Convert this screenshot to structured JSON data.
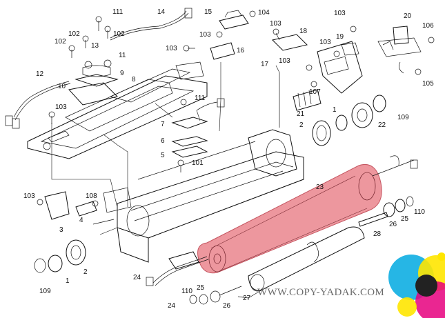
{
  "diagram": {
    "labels": [
      {
        "id": "p111a",
        "text": "111"
      },
      {
        "id": "p14",
        "text": "14"
      },
      {
        "id": "p15",
        "text": "15"
      },
      {
        "id": "p104",
        "text": "104"
      },
      {
        "id": "p103a",
        "text": "103"
      },
      {
        "id": "p20",
        "text": "20"
      },
      {
        "id": "p102a",
        "text": "102"
      },
      {
        "id": "p102b",
        "text": "102"
      },
      {
        "id": "p102c",
        "text": "102"
      },
      {
        "id": "p13",
        "text": "13"
      },
      {
        "id": "p11",
        "text": "11"
      },
      {
        "id": "p103b",
        "text": "103"
      },
      {
        "id": "p16",
        "text": "16"
      },
      {
        "id": "p103c",
        "text": "103"
      },
      {
        "id": "p18",
        "text": "18"
      },
      {
        "id": "p103d",
        "text": "103"
      },
      {
        "id": "p19",
        "text": "19"
      },
      {
        "id": "p106",
        "text": "106"
      },
      {
        "id": "p103e",
        "text": "103"
      },
      {
        "id": "p12",
        "text": "12"
      },
      {
        "id": "p9",
        "text": "9"
      },
      {
        "id": "p10",
        "text": "10"
      },
      {
        "id": "p8",
        "text": "8"
      },
      {
        "id": "p17",
        "text": "17"
      },
      {
        "id": "p103f",
        "text": "103"
      },
      {
        "id": "p105",
        "text": "105"
      },
      {
        "id": "p103g",
        "text": "103"
      },
      {
        "id": "p111b",
        "text": "111"
      },
      {
        "id": "p107",
        "text": "107"
      },
      {
        "id": "p21",
        "text": "21"
      },
      {
        "id": "p1a",
        "text": "1"
      },
      {
        "id": "p109a",
        "text": "109"
      },
      {
        "id": "p7",
        "text": "7"
      },
      {
        "id": "p2a",
        "text": "2"
      },
      {
        "id": "p22",
        "text": "22"
      },
      {
        "id": "p6",
        "text": "6"
      },
      {
        "id": "p5",
        "text": "5"
      },
      {
        "id": "p101",
        "text": "101"
      },
      {
        "id": "p23",
        "text": "23"
      },
      {
        "id": "p103h",
        "text": "103"
      },
      {
        "id": "p108",
        "text": "108"
      },
      {
        "id": "p3",
        "text": "3"
      },
      {
        "id": "p4",
        "text": "4"
      },
      {
        "id": "p110a",
        "text": "110"
      },
      {
        "id": "p25a",
        "text": "25"
      },
      {
        "id": "p26a",
        "text": "26"
      },
      {
        "id": "p28",
        "text": "28"
      },
      {
        "id": "p2b",
        "text": "2"
      },
      {
        "id": "p1b",
        "text": "1"
      },
      {
        "id": "p109b",
        "text": "109"
      },
      {
        "id": "p24a",
        "text": "24"
      },
      {
        "id": "p24b",
        "text": "24"
      },
      {
        "id": "p110b",
        "text": "110"
      },
      {
        "id": "p25b",
        "text": "25"
      },
      {
        "id": "p26b",
        "text": "26"
      },
      {
        "id": "p27",
        "text": "27"
      }
    ],
    "highlight_color": "#e87d86",
    "watermark": "WWW.COPY-YADAK.COM",
    "logo_colors": [
      "#00a9e0",
      "#e6007e",
      "#ffe600",
      "#222222"
    ]
  }
}
